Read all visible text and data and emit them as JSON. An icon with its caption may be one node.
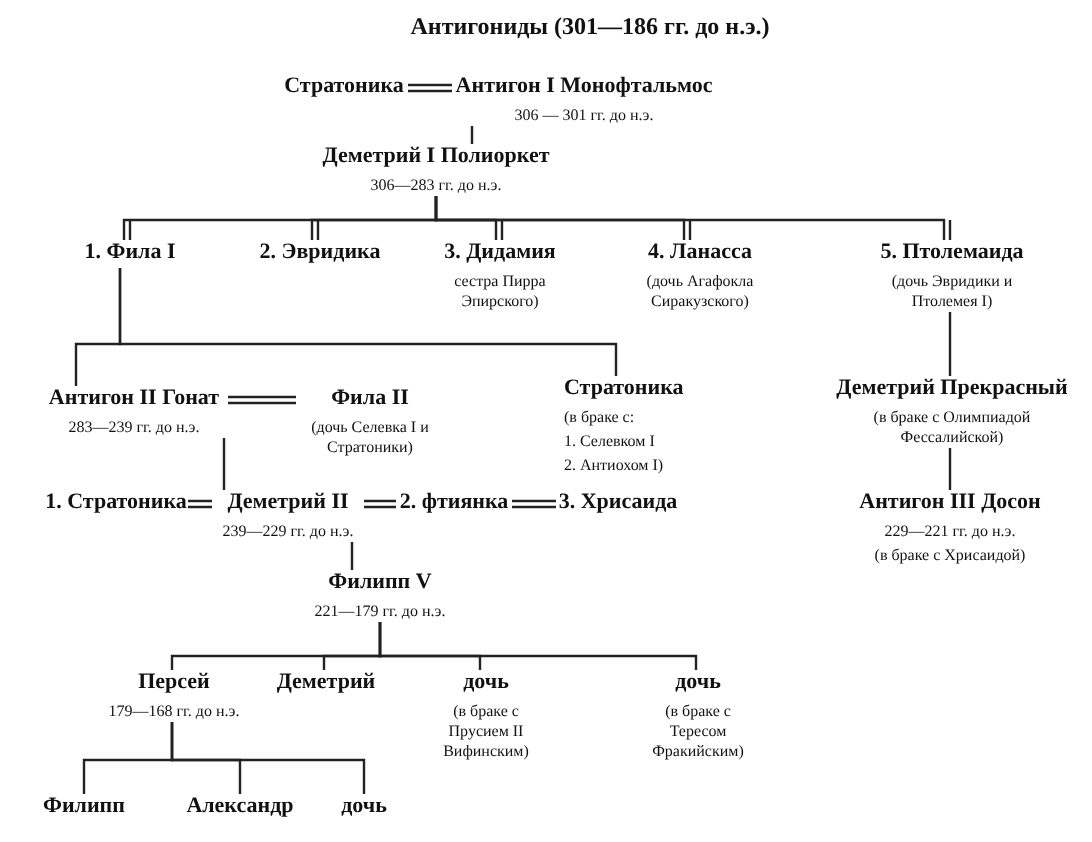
{
  "diagram": {
    "title": "Антигониды (301—186 гг. до н.э.)",
    "nodes": [
      {
        "text": [
          "Стратоника"
        ]
      },
      {
        "text": [
          "Антигон I Монофтальмос",
          "306 — 301 гг. до н.э."
        ]
      },
      {
        "text": [
          "Деметрий I Полиоркет",
          "306—283 гг. до н.э."
        ]
      },
      {
        "text": [
          "1. Фила I"
        ]
      },
      {
        "text": [
          "2. Эвридика"
        ]
      },
      {
        "text": [
          "3. Дидамия",
          "сестра Пирра Эпирского)"
        ]
      },
      {
        "text": [
          "4. Ланасса",
          "(дочь Агафокла Сиракузского)"
        ]
      },
      {
        "text": [
          "5. Птолемаида",
          "(дочь Эвридики и Птолемея I)"
        ]
      },
      {
        "text": [
          "Антигон II Гонат",
          "283—239 гг. до н.э."
        ]
      },
      {
        "text": [
          "Фила II",
          "(дочь Селевка I и Стратоники)"
        ]
      },
      {
        "text": [
          "Стратоника",
          "(в браке с:",
          "1. Селевком I",
          "2. Антиохом I)"
        ]
      },
      {
        "text": [
          "Деметрий Прекрасный",
          "(в браке с Олимпиадой Фессалийской)"
        ]
      },
      {
        "text": [
          "1. Стратоника"
        ]
      },
      {
        "text": [
          "Деметрий II",
          "239—229 гг. до н.э."
        ]
      },
      {
        "text": [
          "2. фтиянка"
        ]
      },
      {
        "text": [
          "3. Хрисаида"
        ]
      },
      {
        "text": [
          "Антигон III Досон",
          "229—221 гг. до н.э.",
          "(в браке с Хрисаидой)"
        ]
      },
      {
        "text": [
          "Филипп V",
          "221—179 гг. до н.э."
        ]
      },
      {
        "text": [
          "Персей",
          "179—168 гг. до н.э."
        ]
      },
      {
        "text": [
          "Деметрий"
        ]
      },
      {
        "text": [
          "дочь",
          "(в браке с Прусием II Вифинским)"
        ]
      },
      {
        "text": [
          "дочь",
          "(в браке с Тересом Фракийским)"
        ]
      },
      {
        "text": [
          "Филипп"
        ]
      },
      {
        "text": [
          "Александр"
        ]
      },
      {
        "text": [
          "дочь"
        ]
      }
    ],
    "edges": [
      {
        "from": 0,
        "to": 1,
        "arrow": "none"
      },
      {
        "from": 1,
        "to": 2,
        "arrow": "none"
      },
      {
        "from": 2,
        "to": 3,
        "arrow": "none"
      },
      {
        "from": 2,
        "to": 4,
        "arrow": "none"
      },
      {
        "from": 2,
        "to": 5,
        "arrow": "none"
      },
      {
        "from": 2,
        "to": 6,
        "arrow": "none"
      },
      {
        "from": 2,
        "to": 7,
        "arrow": "none"
      },
      {
        "from": 3,
        "to": 8,
        "arrow": "none"
      },
      {
        "from": 3,
        "to": 10,
        "arrow": "none"
      },
      {
        "from": 8,
        "to": 9,
        "arrow": "none"
      },
      {
        "from": 7,
        "to": 11,
        "arrow": "none"
      },
      {
        "from": 8,
        "to": 13,
        "arrow": "none"
      },
      {
        "from": 11,
        "to": 16,
        "arrow": "none"
      },
      {
        "from": 12,
        "to": 13,
        "arrow": "none"
      },
      {
        "from": 13,
        "to": 14,
        "arrow": "none"
      },
      {
        "from": 14,
        "to": 15,
        "arrow": "none"
      },
      {
        "from": 13,
        "to": 17,
        "arrow": "none"
      },
      {
        "from": 17,
        "to": 18,
        "arrow": "none"
      },
      {
        "from": 17,
        "to": 19,
        "arrow": "none"
      },
      {
        "from": 17,
        "to": 20,
        "arrow": "none"
      },
      {
        "from": 17,
        "to": 21,
        "arrow": "none"
      },
      {
        "from": 18,
        "to": 22,
        "arrow": "none"
      },
      {
        "from": 18,
        "to": 23,
        "arrow": "none"
      },
      {
        "from": 18,
        "to": 24,
        "arrow": "none"
      }
    ]
  }
}
